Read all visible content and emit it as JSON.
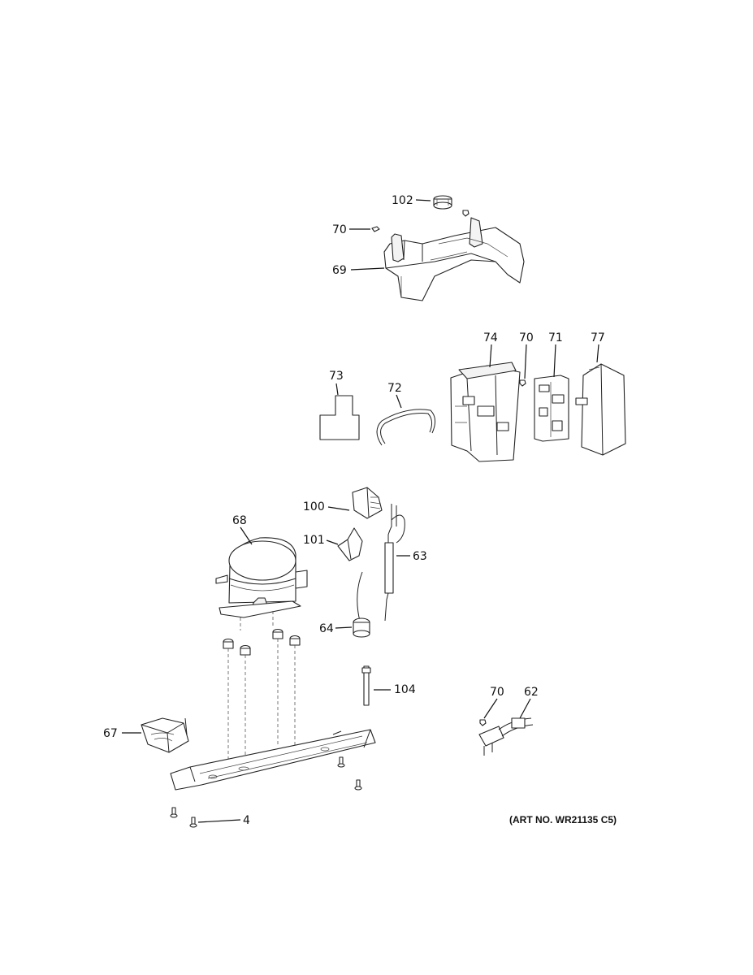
{
  "callouts": {
    "c102": "102",
    "c70a": "70",
    "c69": "69",
    "c73": "73",
    "c72": "72",
    "c74": "74",
    "c70b": "70",
    "c71": "71",
    "c77": "77",
    "c100": "100",
    "c68": "68",
    "c101": "101",
    "c63": "63",
    "c64": "64",
    "c104": "104",
    "c67": "67",
    "c70c": "70",
    "c62": "62",
    "c4": "4"
  },
  "art_no": "(ART NO. WR21135 C5)"
}
